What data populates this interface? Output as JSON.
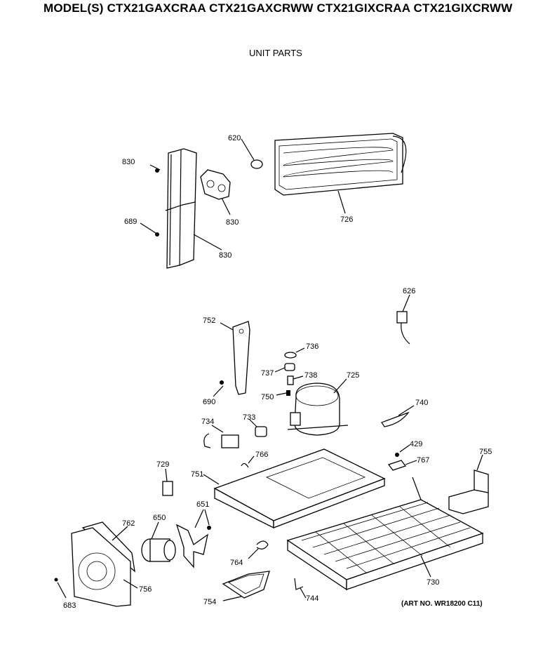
{
  "header": {
    "models": "MODEL(S) CTX21GAXCRAA  CTX21GAXCRWW  CTX21GIXCRAA  CTX21GIXCRWW",
    "section_title": "UNIT PARTS",
    "art_number": "(ART NO. WR18200 C11)"
  },
  "callouts": {
    "c620": "620",
    "c830a": "830",
    "c830b": "830",
    "c830c": "830",
    "c689": "689",
    "c726": "726",
    "c626": "626",
    "c752": "752",
    "c736": "736",
    "c737": "737",
    "c738": "738",
    "c725": "725",
    "c750": "750",
    "c690": "690",
    "c740": "740",
    "c734": "734",
    "c733": "733",
    "c766": "766",
    "c429": "429",
    "c767": "767",
    "c755": "755",
    "c729": "729",
    "c751": "751",
    "c651": "651",
    "c650": "650",
    "c762": "762",
    "c764": "764",
    "c756": "756",
    "c683": "683",
    "c754": "754",
    "c744": "744",
    "c730": "730"
  }
}
